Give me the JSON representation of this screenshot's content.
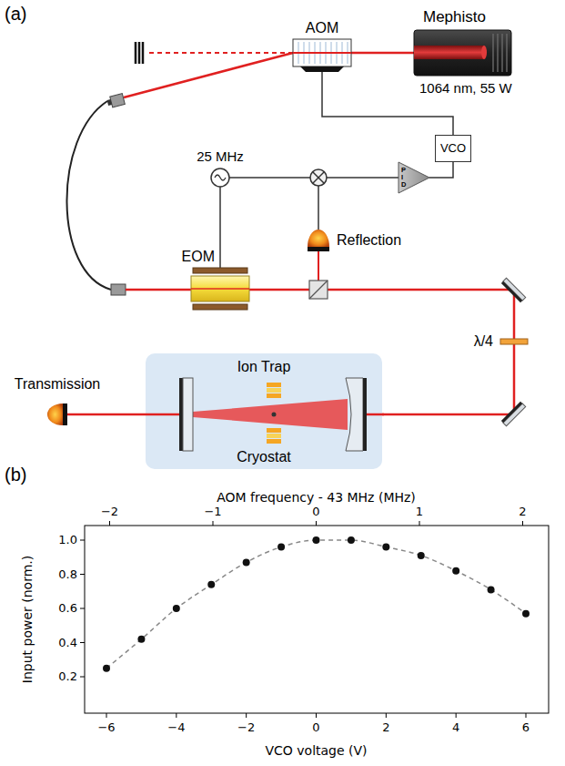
{
  "diagram": {
    "nodes": [
      {
        "text": [
          "Mephisto",
          "1064 nm, 55 W"
        ]
      },
      {
        "text": [
          "AOM"
        ]
      },
      {
        "text": [
          "VCO"
        ]
      },
      {
        "text": [
          "P I D"
        ]
      },
      {
        "text": [
          "25 MHz"
        ]
      },
      {
        "text": [
          "EOM"
        ]
      },
      {
        "text": [
          "Reflection"
        ]
      },
      {
        "text": [
          "λ/4"
        ]
      },
      {
        "text": [
          "Ion Trap",
          "Cryostat"
        ]
      },
      {
        "text": [
          "Transmission"
        ]
      }
    ],
    "edges": [
      {
        "from": 1,
        "to": 2,
        "arrow": "none"
      },
      {
        "from": 3,
        "to": 2,
        "arrow": "none"
      },
      {
        "from": 4,
        "to": 5,
        "arrow": "none"
      }
    ],
    "labels": [
      "(a)",
      "(b)",
      "AOM frequency - 43 MHz (MHz)",
      "−2",
      "−1",
      "0",
      "1",
      "2",
      "Input power (norm.)",
      "0.2",
      "0.4",
      "0.6",
      "0.8",
      "1.0",
      "−6",
      "−4",
      "−2",
      "0",
      "2",
      "4",
      "6",
      "VCO voltage (V)"
    ]
  }
}
